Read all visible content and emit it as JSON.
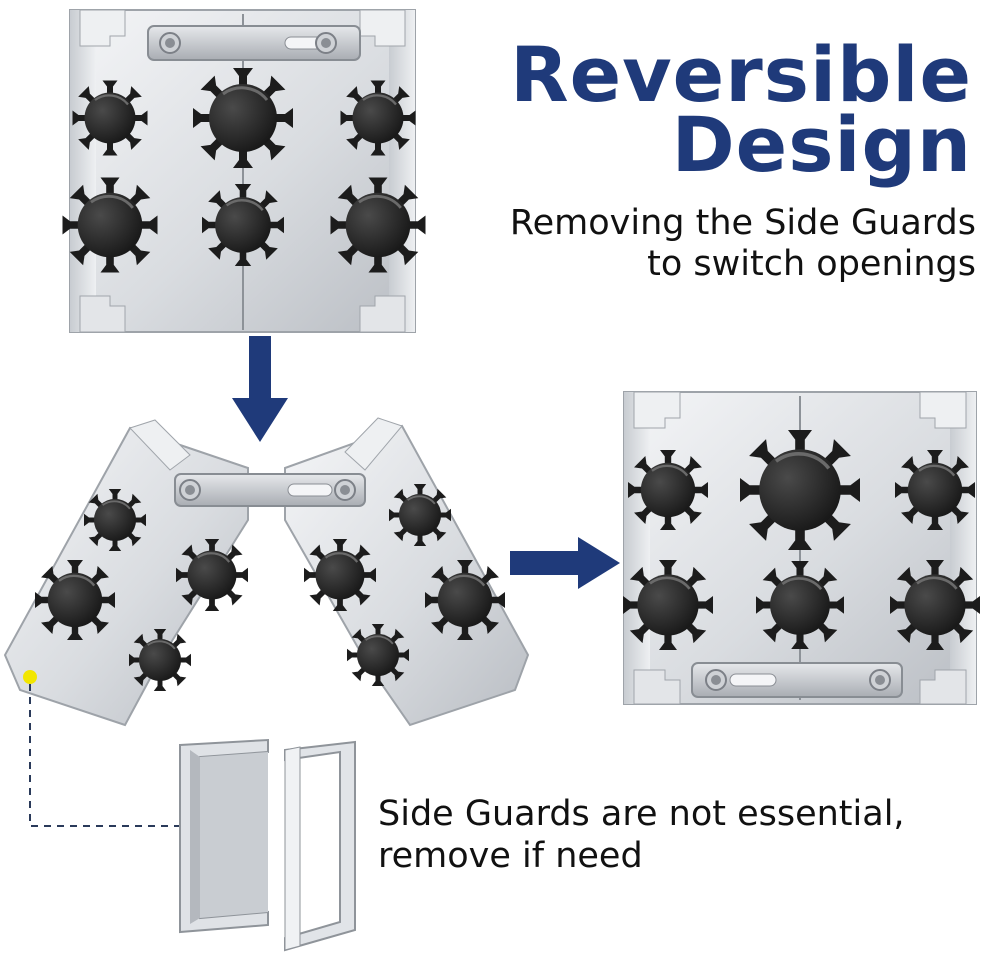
{
  "headline": {
    "line1": "Reversible",
    "line2": "Design"
  },
  "subheading": {
    "line1": "Removing the Side Guards",
    "line2": "to switch openings"
  },
  "side_guard_note": {
    "line1": "Side Guards are not essential,",
    "line2": "remove if need"
  },
  "colors": {
    "headline": "#1f3a7a",
    "arrow": "#1f3a7a",
    "body_text": "#111111",
    "metal": "#d9dce0",
    "slot": "#1c1c1c",
    "marker": "#f2e600"
  }
}
